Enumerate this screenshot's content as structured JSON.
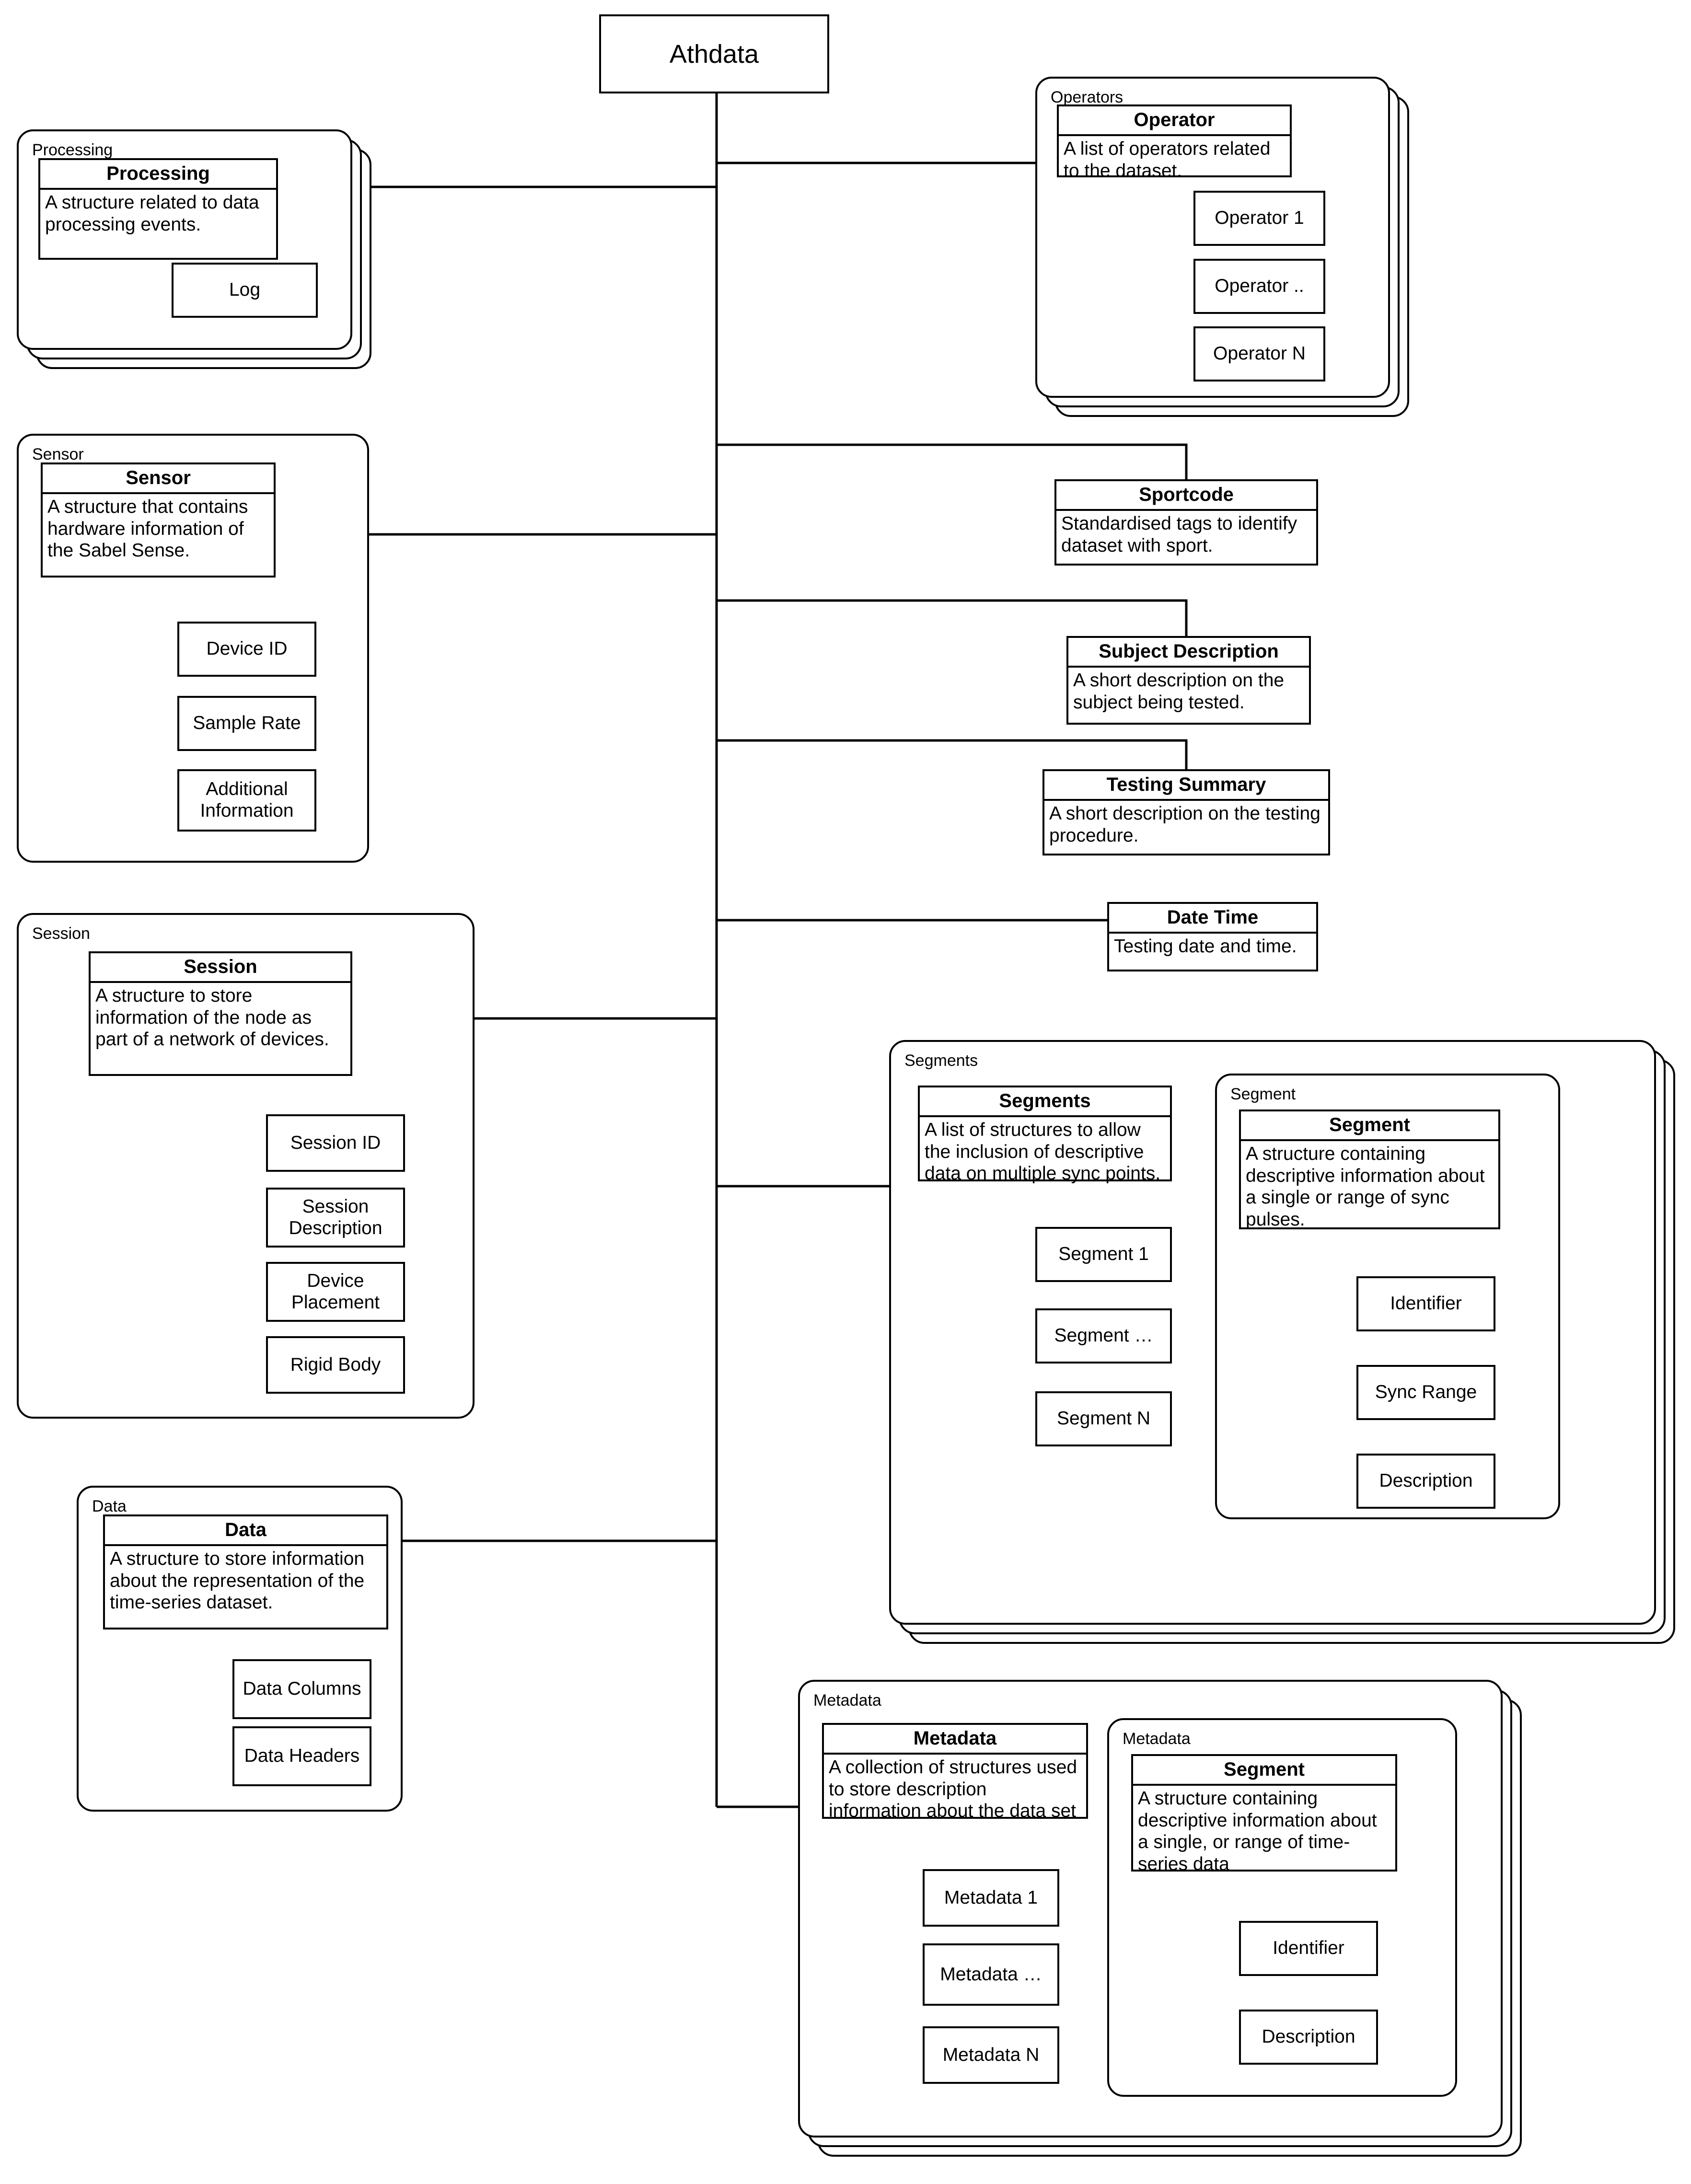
{
  "root": {
    "label": "Athdata"
  },
  "groups": {
    "processing": {
      "frame_label": "Processing",
      "title": "Processing",
      "description": "A structure related to data processing events.",
      "children": [
        "Log"
      ]
    },
    "sensor": {
      "frame_label": "Sensor",
      "title": "Sensor",
      "description": "A structure that contains hardware information of the Sabel Sense.",
      "children": [
        "Device ID",
        "Sample Rate",
        "Additional Information"
      ]
    },
    "session": {
      "frame_label": "Session",
      "title": "Session",
      "description": "A structure to store information of the node as part of a network of devices.",
      "children": [
        "Session ID",
        "Session Description",
        "Device Placement",
        "Rigid Body"
      ]
    },
    "data": {
      "frame_label": "Data",
      "title": "Data",
      "description": "A structure to store information about the representation of the time-series dataset.",
      "children": [
        "Data Columns",
        "Data Headers"
      ]
    },
    "operators": {
      "frame_label": "Operators",
      "title": "Operator",
      "description": "A list of operators related to the dataset.",
      "children": [
        "Operator 1",
        "Operator ..",
        "Operator N"
      ]
    },
    "segments": {
      "frame_label": "Segments",
      "title": "Segments",
      "description": "A list of structures to allow the inclusion of descriptive data on multiple sync points.",
      "children": [
        "Segment 1",
        "Segment …",
        "Segment N"
      ],
      "inner": {
        "frame_label": "Segment",
        "title": "Segment",
        "description": "A structure containing descriptive information about a single or range of sync pulses.",
        "children": [
          "Identifier",
          "Sync Range",
          "Description"
        ]
      }
    },
    "metadata": {
      "frame_label": "Metadata",
      "title": "Metadata",
      "description": "A collection of structures used to store description information about the data set",
      "children": [
        "Metadata 1",
        "Metadata …",
        "Metadata N"
      ],
      "inner": {
        "frame_label": "Metadata",
        "title": "Segment",
        "description": "A structure containing descriptive information about a single, or range of time-series data",
        "children": [
          "Identifier",
          "Description"
        ]
      }
    }
  },
  "plain_nodes": [
    {
      "title": "Sportcode",
      "description": "Standardised tags to identify dataset with sport."
    },
    {
      "title": "Subject Description",
      "description": "A short description on the subject being tested."
    },
    {
      "title": "Testing Summary",
      "description": "A short description on the testing procedure."
    },
    {
      "title": "Date Time",
      "description": "Testing date and time."
    }
  ],
  "colors": {
    "stroke": "#000000",
    "background": "#ffffff"
  }
}
